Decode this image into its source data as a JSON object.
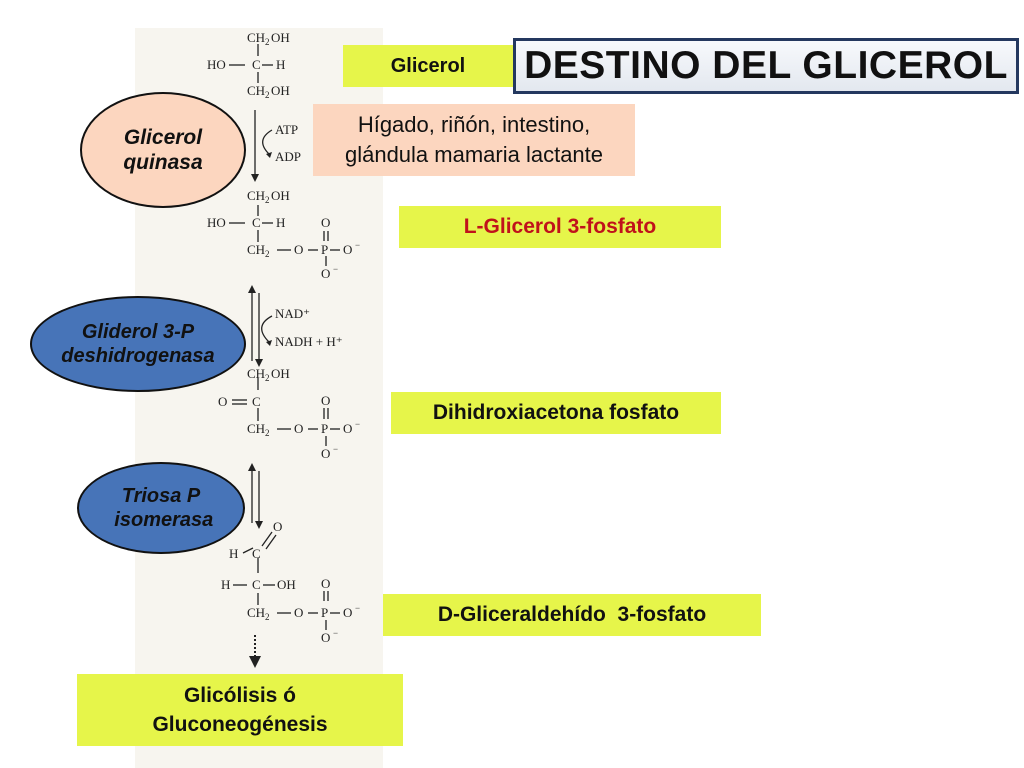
{
  "title": "DESTINO DEL GLICEROL",
  "labels": {
    "glicerol": "Glicerol",
    "tissues_line1": "Hígado, riñón, intestino,",
    "tissues_line2": "glándula mamaria lactante",
    "l_glicerol_3p": "L-Glicerol 3-fosfato",
    "dhap": "Dihidroxiacetona fosfato",
    "gap": "D-Gliceraldehído  3-fosfato",
    "final_line1": "Glicólisis ó",
    "final_line2": "Gluconeogénesis"
  },
  "enzymes": [
    {
      "line1": "Glicerol",
      "line2": "quinasa"
    },
    {
      "line1": "Gliderol 3-P",
      "line2": "deshidrogenasa"
    },
    {
      "line1": "Triosa P",
      "line2": " isomerasa"
    }
  ],
  "cofactors": {
    "atp": "ATP",
    "adp": "ADP",
    "nad": "NAD⁺",
    "nadh": "NADH + H⁺"
  },
  "colors": {
    "lime": "#e6f54a",
    "peach": "#fcd6bf",
    "blue": "#4774b8",
    "red_text": "#c0121b",
    "title_border": "#24385f"
  }
}
